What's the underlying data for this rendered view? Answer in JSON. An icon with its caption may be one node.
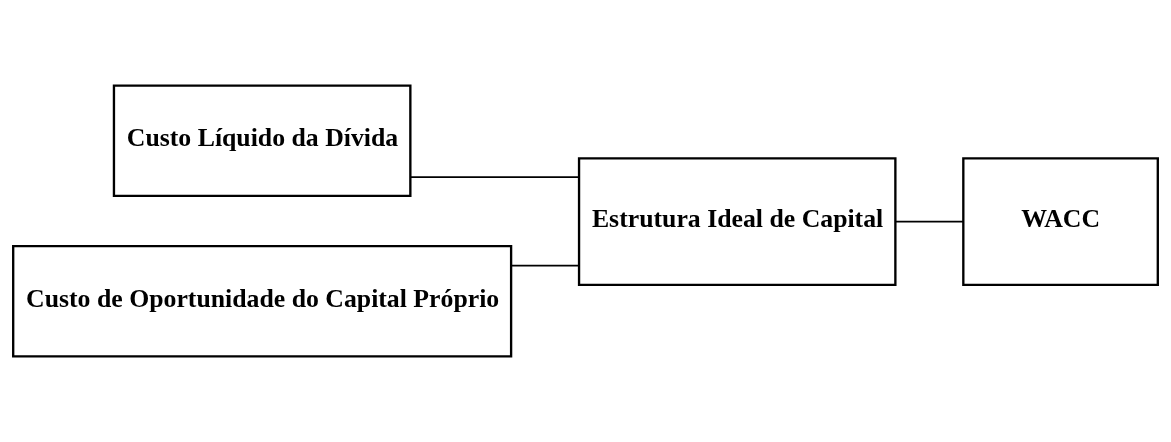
{
  "diagram": {
    "nodes": [
      {
        "text": [
          "Custo Líquido da Dívida"
        ]
      },
      {
        "text": [
          "Custo de Oportunidade do Capital Próprio"
        ]
      },
      {
        "text": [
          "Estrutura Ideal de Capital"
        ]
      },
      {
        "text": [
          "WACC"
        ]
      }
    ],
    "edges": [
      {
        "from": 0,
        "to": 2,
        "arrow": "none"
      },
      {
        "from": 1,
        "to": 2,
        "arrow": "none"
      },
      {
        "from": 2,
        "to": 3,
        "arrow": "none"
      }
    ]
  }
}
